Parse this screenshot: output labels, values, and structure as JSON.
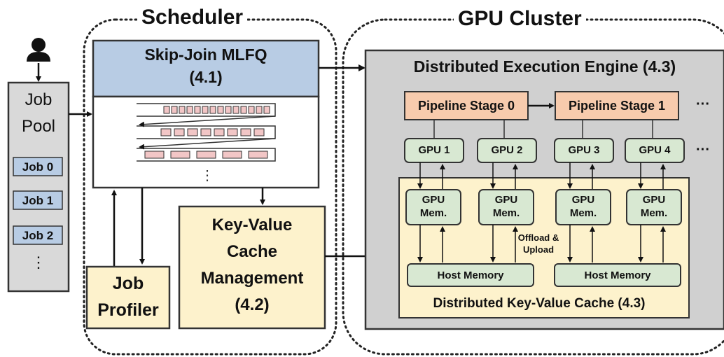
{
  "scheduler": {
    "title": "Scheduler",
    "mlfq_label": "Skip-Join MLFQ",
    "mlfq_ref": "(4.1)",
    "profiler_line1": "Job",
    "profiler_line2": "Profiler",
    "kv_line1": "Key-Value",
    "kv_line2": "Cache",
    "kv_line3": "Management",
    "kv_line4": "(4.2)"
  },
  "job_pool": {
    "line1": "Job",
    "line2": "Pool",
    "jobs": [
      "Job 0",
      "Job 1",
      "Job 2"
    ],
    "more": "⋮"
  },
  "gpu_cluster": {
    "title": "GPU Cluster",
    "engine_label": "Distributed Execution Engine (4.3)",
    "stages": [
      "Pipeline Stage 0",
      "Pipeline Stage 1"
    ],
    "stage_more": "···",
    "gpus": [
      "GPU 1",
      "GPU 2",
      "GPU 3",
      "GPU 4"
    ],
    "gpu_more": "···",
    "gpu_mem": [
      "GPU\nMem.",
      "GPU\nMem.",
      "GPU\nMem.",
      "GPU\nMem."
    ],
    "offload_line1": "Offload &",
    "offload_line2": "Upload",
    "host_memory": [
      "Host Memory",
      "Host Memory"
    ],
    "kv_cache_label": "Distributed Key-Value Cache (4.3)"
  },
  "colors": {
    "mlfq_fill": "#b8cce4",
    "profiler_fill": "#fdf2cc",
    "kv_fill": "#fdf2cc",
    "job_pool_fill": "#d9d9d9",
    "job_fill": "#b8cce4",
    "engine_fill": "#d0d0d0",
    "stage_fill": "#f7cbad",
    "gpu_fill": "#d8e8d2",
    "cache_fill": "#fdf2cc",
    "queue_cell_fill": "#f2c6c6"
  }
}
